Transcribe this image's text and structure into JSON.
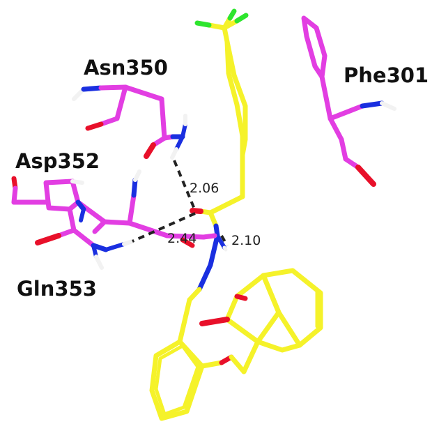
{
  "residues": {
    "asn": "Asn350",
    "phe": "Phe301",
    "asp": "Asp352",
    "gln": "Gln353"
  },
  "distances": {
    "d1": "2.06",
    "d2": "2.44",
    "d3": "2.10"
  },
  "colors": {
    "carbon_residue": "#e23ee2",
    "carbon_ligand": "#f5f22a",
    "oxygen": "#e8102a",
    "nitrogen": "#1a2fe0",
    "hydrogen": "#f2f2f2",
    "fluorine": "#2ee52e",
    "hbond": "#222222"
  }
}
